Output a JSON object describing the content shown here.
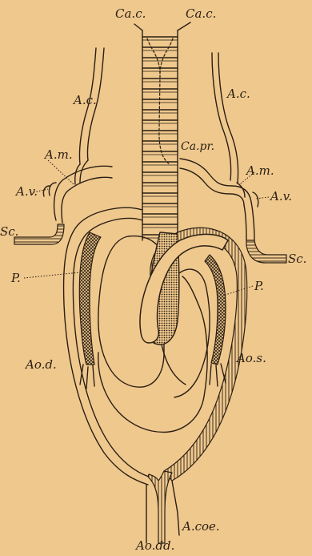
{
  "figure": {
    "background": "#efc88e",
    "ink": "#2a1f12",
    "labels": {
      "cac_left": "Ca.c.",
      "cac_right": "Ca.c.",
      "ac_left": "A.c.",
      "ac_right": "A.c.",
      "capr": "Ca.pr.",
      "am_left": "A.m.",
      "am_right": "A.m.",
      "av_left": "A.v.",
      "av_right": "A.v.",
      "sc_left": "Sc.",
      "sc_right": "Sc.",
      "p_left": "P.",
      "p_right": "P.",
      "aod": "Ao.d.",
      "aos": "Ao.s.",
      "acoe": "A.coe.",
      "aodd": "Ao.dd."
    }
  }
}
